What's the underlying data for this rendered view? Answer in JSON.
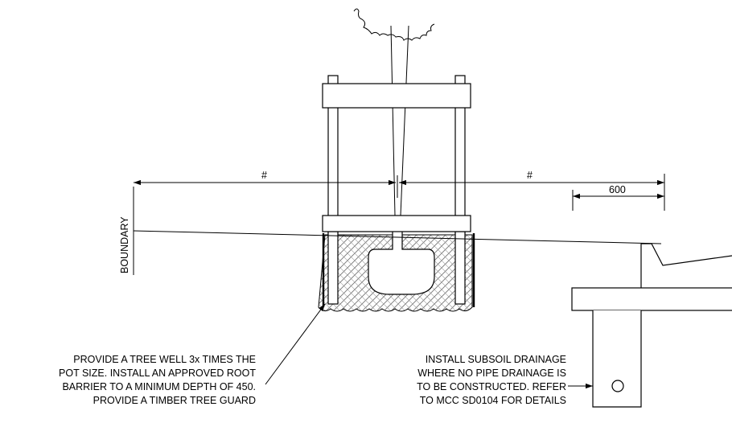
{
  "dimensions": {
    "left_width": "#",
    "right_width": "#",
    "offset": "600"
  },
  "boundary_label": "BOUNDARY",
  "notes": {
    "tree_well": [
      "PROVIDE A TREE WELL 3x TIMES THE",
      "POT SIZE. INSTALL AN APPROVED ROOT",
      "BARRIER TO A MINIMUM DEPTH OF 450.",
      "PROVIDE A TIMBER TREE GUARD"
    ],
    "subsoil_drainage": [
      "INSTALL SUBSOIL DRAINAGE",
      "WHERE NO PIPE DRAINAGE IS",
      "TO BE CONSTRUCTED. REFER",
      "TO MCC SD0104 FOR DETAILS"
    ]
  }
}
